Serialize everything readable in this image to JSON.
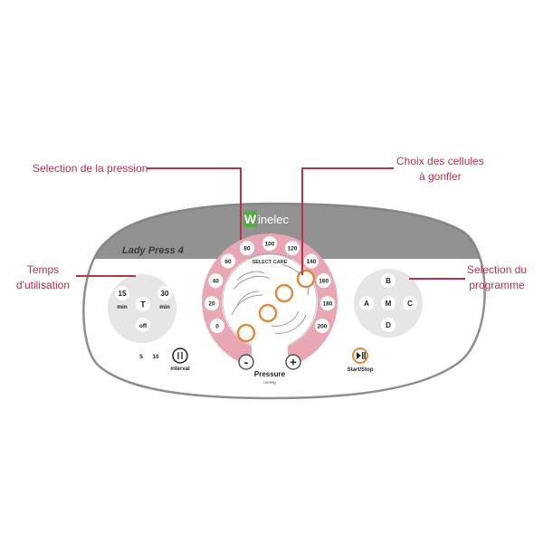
{
  "callouts": {
    "pressure": "Selection de la pression",
    "cells_line1": "Choix des cellules",
    "cells_line2": "à gonfler",
    "time_line1": "Temps",
    "time_line2": "d'utilisation",
    "program_line1": "Selection du",
    "program_line2": "programme"
  },
  "device": {
    "brand_letter": "W",
    "brand_rest": "inelec",
    "model": "Lady Press 4",
    "select_care": "SELECT CARE",
    "pressure_scale": [
      "0",
      "20",
      "40",
      "60",
      "80",
      "100",
      "120",
      "140",
      "160",
      "180",
      "200"
    ],
    "minus": "-",
    "plus": "+",
    "pressure_label": "Pressure",
    "pressure_sublabel": "mmHg",
    "time_buttons": {
      "t15": "15",
      "t30": "30",
      "unit": "min",
      "center": "T",
      "off": "off"
    },
    "program_buttons": {
      "top": "B",
      "left": "A",
      "center": "M",
      "right": "C",
      "bottom": "D"
    },
    "interval_values": [
      "5",
      "10"
    ],
    "interval_label": "interval",
    "start_stop_label": "Start/Stop"
  },
  "colors": {
    "accent": "#b8324b",
    "ring_pink": "#e9a7b5",
    "dark_band": "#7f7f7f",
    "brand_green": "#4caf3f",
    "body_fill": "#ffffff",
    "outline": "#8e8e8e",
    "cell_orange": "#e08a3a"
  }
}
